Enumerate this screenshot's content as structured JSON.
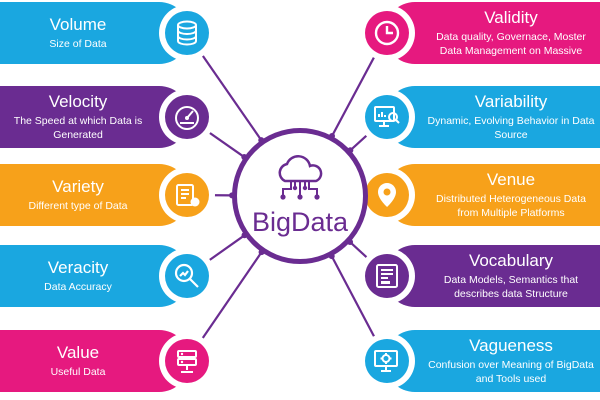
{
  "hub": {
    "title": "BigData",
    "color": "#6a2c91",
    "icon": "cloud-network-icon"
  },
  "items": [
    {
      "id": "volume",
      "side": "left",
      "title": "Volume",
      "subtitle": "Size of Data",
      "color": "#1aa7e0",
      "icon": "database-icon"
    },
    {
      "id": "velocity",
      "side": "left",
      "title": "Velocity",
      "subtitle": "The Speed at which Data is Generated",
      "color": "#6a2c91",
      "icon": "speedometer-icon"
    },
    {
      "id": "variety",
      "side": "left",
      "title": "Variety",
      "subtitle": "Different type of Data",
      "color": "#f7a11a",
      "icon": "data-types-icon"
    },
    {
      "id": "veracity",
      "side": "left",
      "title": "Veracity",
      "subtitle": "Data Accuracy",
      "color": "#1aa7e0",
      "icon": "magnifier-chart-icon"
    },
    {
      "id": "value",
      "side": "left",
      "title": "Value",
      "subtitle": "Useful Data",
      "color": "#e6197f",
      "icon": "server-icon"
    },
    {
      "id": "validity",
      "side": "right",
      "title": "Validity",
      "subtitle": "Data quality, Governace, Moster Data Management on Massive",
      "color": "#e6197f",
      "icon": "clock-icon"
    },
    {
      "id": "variability",
      "side": "right",
      "title": "Variability",
      "subtitle": "Dynamic, Evolving Behavior in Data Source",
      "color": "#1aa7e0",
      "icon": "monitor-search-icon"
    },
    {
      "id": "venue",
      "side": "right",
      "title": "Venue",
      "subtitle": "Distributed Heterogeneous Data from Multiple Platforms",
      "color": "#f7a11a",
      "icon": "location-pin-icon"
    },
    {
      "id": "vocabulary",
      "side": "right",
      "title": "Vocabulary",
      "subtitle": "Data Models, Semantics that describes data Structure",
      "color": "#6a2c91",
      "icon": "document-icon"
    },
    {
      "id": "vagueness",
      "side": "right",
      "title": "Vagueness",
      "subtitle": "Confusion over Meaning of BigData and Tools used",
      "color": "#1aa7e0",
      "icon": "monitor-gear-icon"
    }
  ]
}
